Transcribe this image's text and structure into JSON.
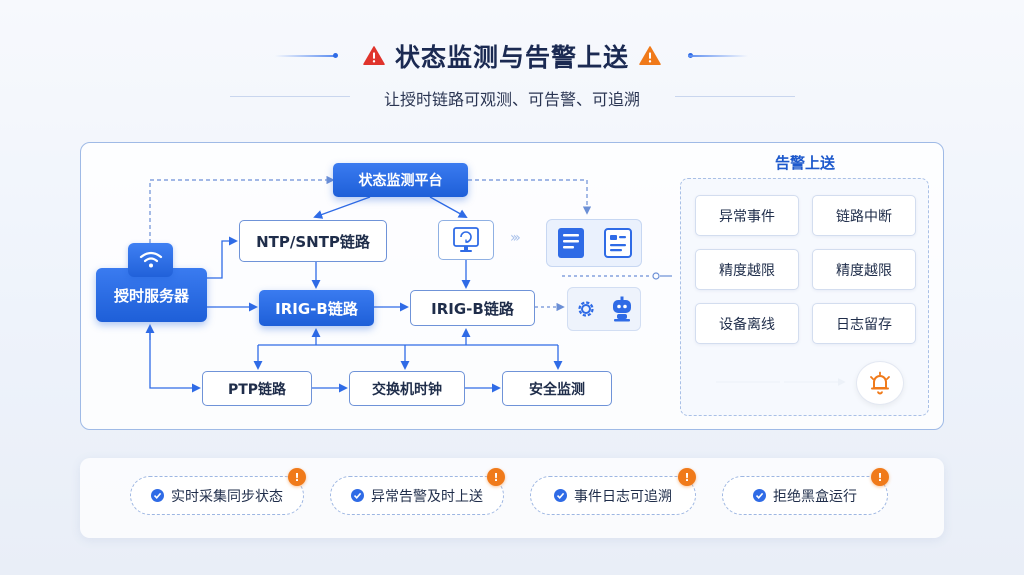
{
  "header": {
    "title": "状态监测与告警上送",
    "subtitle": "让授时链路可观测、可告警、可追溯"
  },
  "diagram": {
    "platform": "状态监测平台",
    "server": "授时服务器",
    "ntp": "NTP/SNTP链路",
    "irig_b_primary": "IRIG-B链路",
    "irig_b_secondary": "IRIG-B链路",
    "ptp": "PTP链路",
    "switch_clock": "交换机时钟",
    "security": "安全监测"
  },
  "alarms": {
    "title": "告警上送",
    "items": [
      "异常事件",
      "链路中断",
      "精度越限",
      "精度越限",
      "设备离线",
      "日志留存"
    ]
  },
  "features": [
    "实时采集同步状态",
    "异常告警及时上送",
    "事件日志可追溯",
    "拒绝黑盒运行"
  ],
  "colors": {
    "primary": "#2f6be6",
    "alert_red": "#e0342c",
    "alert_orange": "#f07a1a"
  },
  "icons": [
    "warning-icon",
    "wifi-icon",
    "monitor-icon",
    "document-icon",
    "gear-icon",
    "robot-icon",
    "bell-icon",
    "check-icon",
    "exclamation-icon"
  ]
}
